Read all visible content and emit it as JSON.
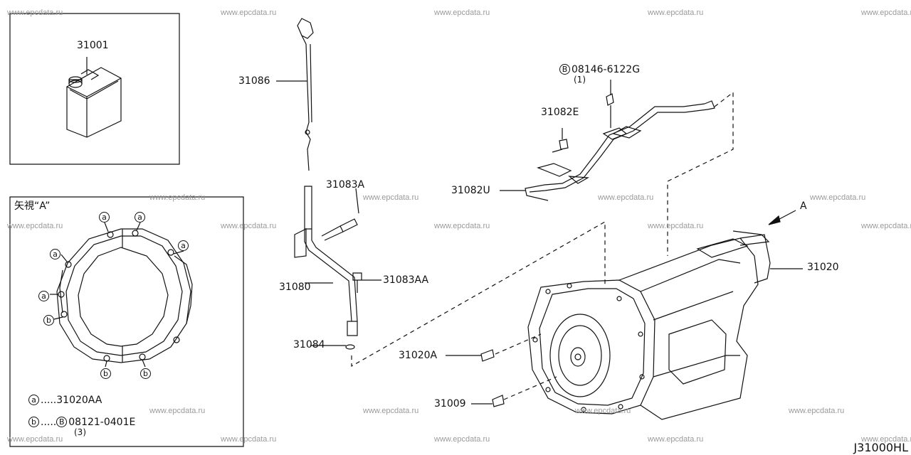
{
  "watermark": "www.epcdata.ru",
  "diagram_code": "J31000HL",
  "view_a": {
    "title": "矢視“A”",
    "callout_a": "a",
    "callout_b": "b",
    "legend_a_mark": "a",
    "legend_a_dots": ".....",
    "legend_a_part": "31020AA",
    "legend_b_mark": "b",
    "legend_b_dots": ".....",
    "legend_b_bolt_mark": "B",
    "legend_b_part": "08121-0401E",
    "legend_b_qty": "(3)"
  },
  "parts": {
    "p31001": "31001",
    "p31086": "31086",
    "p31083A": "31083A",
    "p31080": "31080",
    "p31083AA": "31083AA",
    "p31084": "31084",
    "p31082E": "31082E",
    "p31082U": "31082U",
    "p31020": "31020",
    "p31020A": "31020A",
    "p31009": "31009",
    "bolt_mark": "B",
    "p08146": "08146-6122G",
    "p08146_qty": "(1)",
    "arrow_a": "A"
  }
}
